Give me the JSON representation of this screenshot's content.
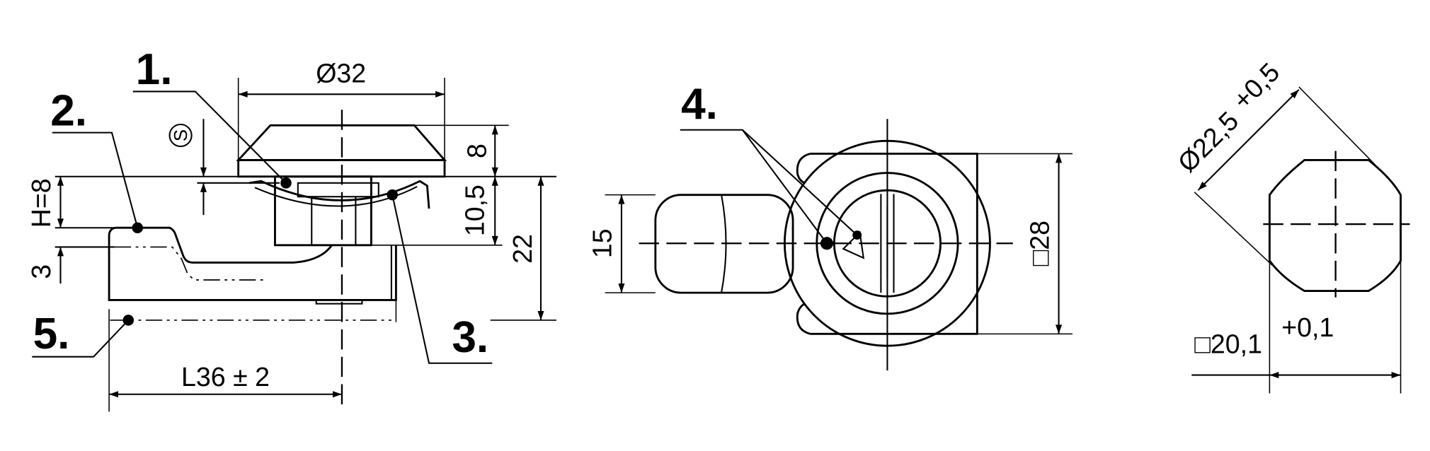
{
  "labels": {
    "l1": "1.",
    "l2": "2.",
    "l3": "3.",
    "l4": "4.",
    "l5": "5."
  },
  "dimensions": {
    "diameter_cap": "Ø32",
    "s_symbol": "S",
    "h": "H=8",
    "three": "3",
    "length": "L36 ± 2",
    "cap_height": "8",
    "depth": "10,5",
    "total": "22",
    "width15": "15",
    "square28": "□28",
    "cutout_diameter": "Ø22,5",
    "cutout_diameter_tol": "+0,5",
    "cutout_square": "□20,1",
    "cutout_square_tol": "+0,1"
  }
}
